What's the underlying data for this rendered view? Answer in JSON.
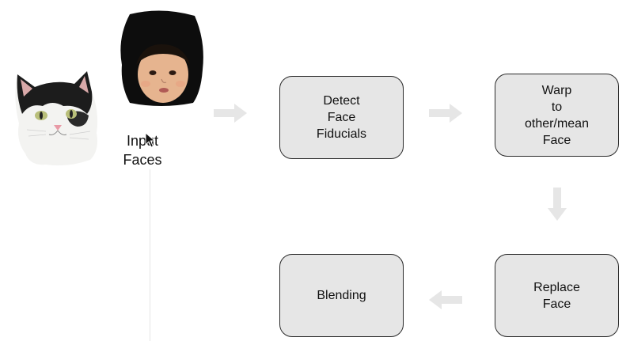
{
  "inputs": {
    "label": "Input\nFaces"
  },
  "steps": {
    "detect": "Detect\nFace\nFiducials",
    "warp": "Warp\nto\nother/mean\nFace",
    "replace": "Replace\nFace",
    "blend": "Blending"
  },
  "colors": {
    "box_fill": "#e6e6e6",
    "box_border": "#2b2b2b",
    "arrow": "#e6e6e6",
    "text": "#111111"
  },
  "icons": {
    "cat": "cat-face-photo",
    "child": "child-face-photo",
    "cursor": "mouse-pointer-icon",
    "arrow": "arrow-icon"
  }
}
